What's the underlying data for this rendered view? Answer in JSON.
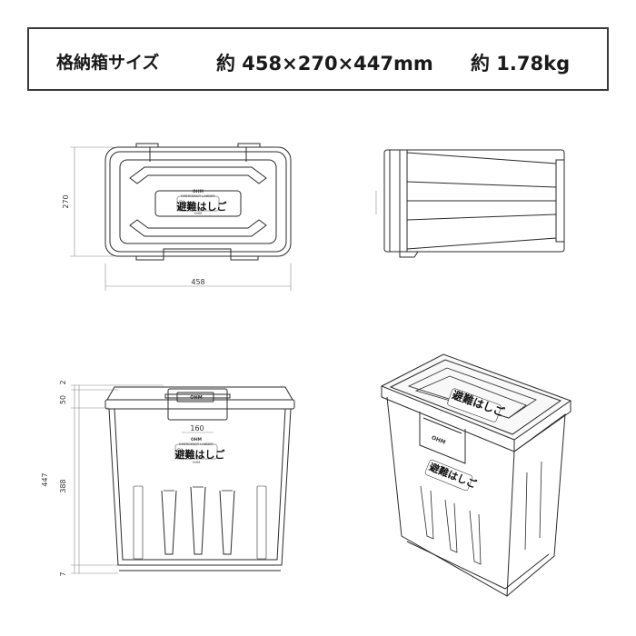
{
  "header": {
    "label": "格納箱サイズ",
    "dimensions": "約 458×270×447mm",
    "weight": "約 1.78kg"
  },
  "top_view": {
    "width_dim": "458",
    "depth_dim": "270"
  },
  "front_view": {
    "dims": {
      "lid_gap": "2",
      "lid_height": "50",
      "total_height": "447",
      "body_height": "388",
      "bottom_gap": "7",
      "handle_width": "160"
    }
  },
  "product_label": {
    "brand": "OHM",
    "subtitle": "EMERGENCY LADDER",
    "title": "避難はしご",
    "brand_small": "OHM"
  },
  "colors": {
    "line": "#2a2a2a",
    "dim_line": "#888888",
    "fill": "#f8f8f8",
    "header_border": "#3a3a3a"
  }
}
